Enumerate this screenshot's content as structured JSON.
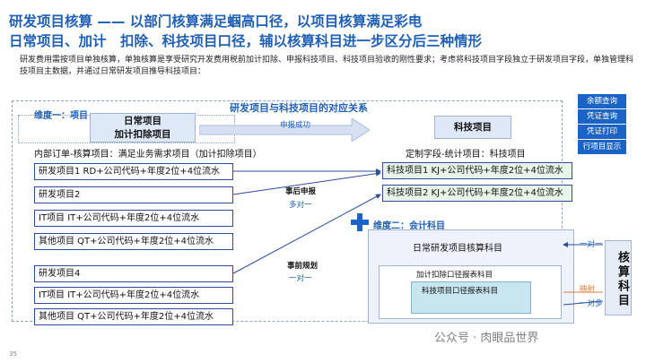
{
  "title_line1": "研发项目核算 —— 以部门核算满足蝈高口径，以项目核算满足彩电",
  "title_line2": "日常项目、加计　扣除、科技项目口径，辅以核算科目进一步区分后三种情形",
  "intro": "研发费用需按项目单独核算，单独核算是享受研究开发费用税前加计扣除、申报科技项目、科技项目验收的刚性要求；考虑将科技项目字段独立于研发项目字段，单独管理科技项目主数据，并通过日常研发项目推导科技项目：",
  "dim1_label": "维度一：项目",
  "daily_box": [
    "日常项目",
    "加计扣除项目"
  ],
  "mapping_title": "研发项目与科技项目的对应关系",
  "report_success": "申报成功",
  "tech_box": "科技项目",
  "internal_order_label": "内部订单-核算项目：满足业务需求项目（加计扣除项目）",
  "custom_field_label": "定制字段-统计项目：科技项目",
  "left_items_top": [
    "研发项目1 RD+公司代码+年度2位+4位流水",
    "研发项目2",
    "IT项目 IT+公司代码+年度2位+4位流水",
    "其他项目 QT+公司代码+年度2位+4位流水"
  ],
  "left_items_bottom": [
    "研发项目4",
    "IT项目 IT+公司代码+年度2位+4位流水",
    "其他项目 QT+公司代码+年度2位+4位流水"
  ],
  "right_items": [
    "科技项目1 KJ+公司代码+年度2位+4位流水",
    "科技项目2 KJ+公司代码+年度2位+4位流水"
  ],
  "post_report": "事后申报",
  "many_to_one": "多对一",
  "pre_plan": "事前规划",
  "one_to_one": "一对一",
  "side_buttons": [
    "余额查询",
    "凭证查询",
    "凭证打印",
    "行项目显示"
  ],
  "dim2_label": "维度二：会计科目",
  "acct_daily": "日常研发项目核算科目",
  "acct_plus": "加计扣除口径报表科目",
  "acct_tech": "科技项目口径报表科目",
  "one_to_one_r": "一对一",
  "mapping_r": "映射",
  "one_to_many_r": "一对多",
  "acct_subject": "核算科目",
  "watermark": "公众号 · 肉眼品世界",
  "page_number": "35",
  "colors": {
    "title": "#1f5fb4",
    "button": "#1b64c6",
    "box_border": "#2a4d9b",
    "highlight": "#e8f4e8"
  }
}
